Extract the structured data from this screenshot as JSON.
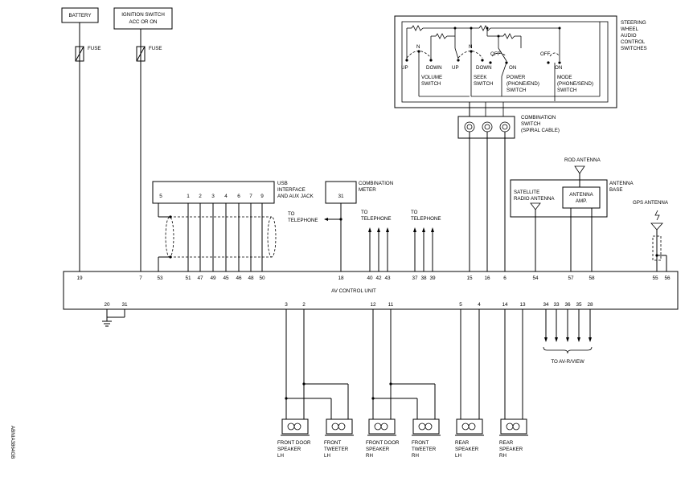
{
  "diagram_id": "ABNIA3864GB",
  "top_boxes": {
    "battery": "BATTERY",
    "ignition_1": "IGNITION SWITCH",
    "ignition_2": "ACC OR ON"
  },
  "fuse": "FUSE",
  "usb": {
    "title_1": "USB",
    "title_2": "INTERFACE",
    "title_3": "AND AUX JACK",
    "pins": [
      "5",
      "1",
      "2",
      "3",
      "4",
      "6",
      "7",
      "9"
    ]
  },
  "meter": {
    "title_1": "COMBINATION",
    "title_2": "METER",
    "pin": "31"
  },
  "to_telephone_1": "TO",
  "to_telephone_2": "TELEPHONE",
  "to_telephone_inline": "TO TELEPHONE",
  "steering": {
    "title_1": "STEERING",
    "title_2": "WHEEL",
    "title_3": "AUDIO",
    "title_4": "CONTROL",
    "title_5": "SWITCHES",
    "up": "UP",
    "down": "DOWN",
    "n": "N",
    "off": "OFF",
    "on": "ON",
    "volume_1": "VOLUME",
    "seek_1": "SEEK",
    "switch": "SWITCH",
    "power_1": "POWER",
    "power_2": "(PHONE/END)",
    "mode_1": "MODE",
    "mode_2": "(PHONE/SEND)"
  },
  "combo_switch": {
    "title_1": "COMBINATION",
    "title_2": "SWITCH",
    "title_3": "(SPIRAL CABLE)"
  },
  "antenna": {
    "rod": "ROD ANTENNA",
    "base_1": "ANTENNA",
    "base_2": "BASE",
    "sat_1": "SATELLITE",
    "sat_2": "RADIO ANTENNA",
    "amp_1": "ANTENNA",
    "amp_2": "AMP.",
    "gps": "GPS ANTENNA"
  },
  "av_unit": {
    "title": "AV CONTROL UNIT",
    "top_pins": [
      "19",
      "7",
      "53",
      "51",
      "47",
      "49",
      "45",
      "46",
      "48",
      "50",
      "18",
      "40",
      "42",
      "43",
      "37",
      "38",
      "39",
      "15",
      "16",
      "6",
      "54",
      "57",
      "58",
      "55",
      "56"
    ],
    "bottom_pins": [
      "20",
      "31",
      "3",
      "2",
      "12",
      "11",
      "5",
      "4",
      "14",
      "13",
      "34",
      "33",
      "36",
      "35",
      "28"
    ]
  },
  "to_av_rview": "TO AV-R/VIEW",
  "speakers": [
    {
      "l1": "FRONT DOOR",
      "l2": "SPEAKER",
      "l3": "LH"
    },
    {
      "l1": "FRONT",
      "l2": "TWEETER",
      "l3": "LH"
    },
    {
      "l1": "FRONT DOOR",
      "l2": "SPEAKER",
      "l3": "RH"
    },
    {
      "l1": "FRONT",
      "l2": "TWEETER",
      "l3": "RH"
    },
    {
      "l1": "REAR",
      "l2": "SPEAKER",
      "l3": "LH"
    },
    {
      "l1": "REAR",
      "l2": "SPEAKER",
      "l3": "RH"
    }
  ]
}
